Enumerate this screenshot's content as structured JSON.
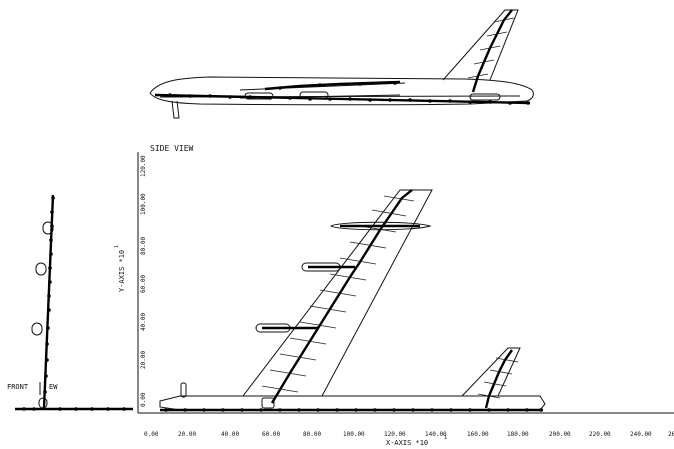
{
  "labels": {
    "side_view": "SIDE VIEW",
    "front_view_left": "FRONT",
    "front_view_right": "EW",
    "x_axis": "X-AXIS  *10",
    "x_axis_exp": "1",
    "y_axis": "Y-AXIS  *10",
    "y_axis_exp": "1"
  },
  "x_ticks": [
    "0.00",
    "20.00",
    "40.00",
    "60.00",
    "80.00",
    "100.00",
    "120.00",
    "140.00",
    "160.00",
    "180.00",
    "200.00",
    "220.00",
    "240.00",
    "26"
  ],
  "y_ticks": [
    "0.00",
    "20.00",
    "40.00",
    "60.00",
    "80.00",
    "100.00",
    "120.00"
  ]
}
